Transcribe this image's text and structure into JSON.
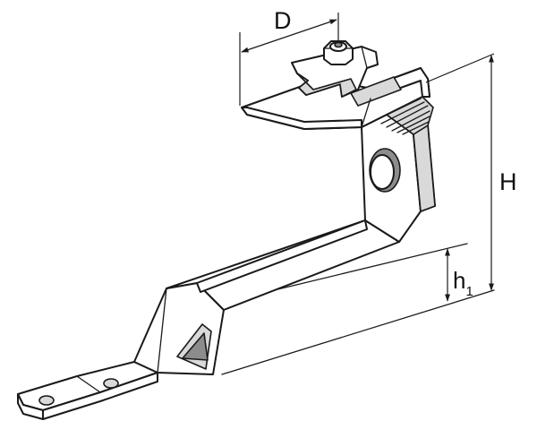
{
  "labels": {
    "width": "D",
    "height": "H",
    "offset_base": "h",
    "offset_sub": "1"
  },
  "colors": {
    "line": "#1a1a1a",
    "fill": "#ffffff",
    "shade": "#d9d9d9",
    "dark_shade": "#8c8c8c"
  }
}
